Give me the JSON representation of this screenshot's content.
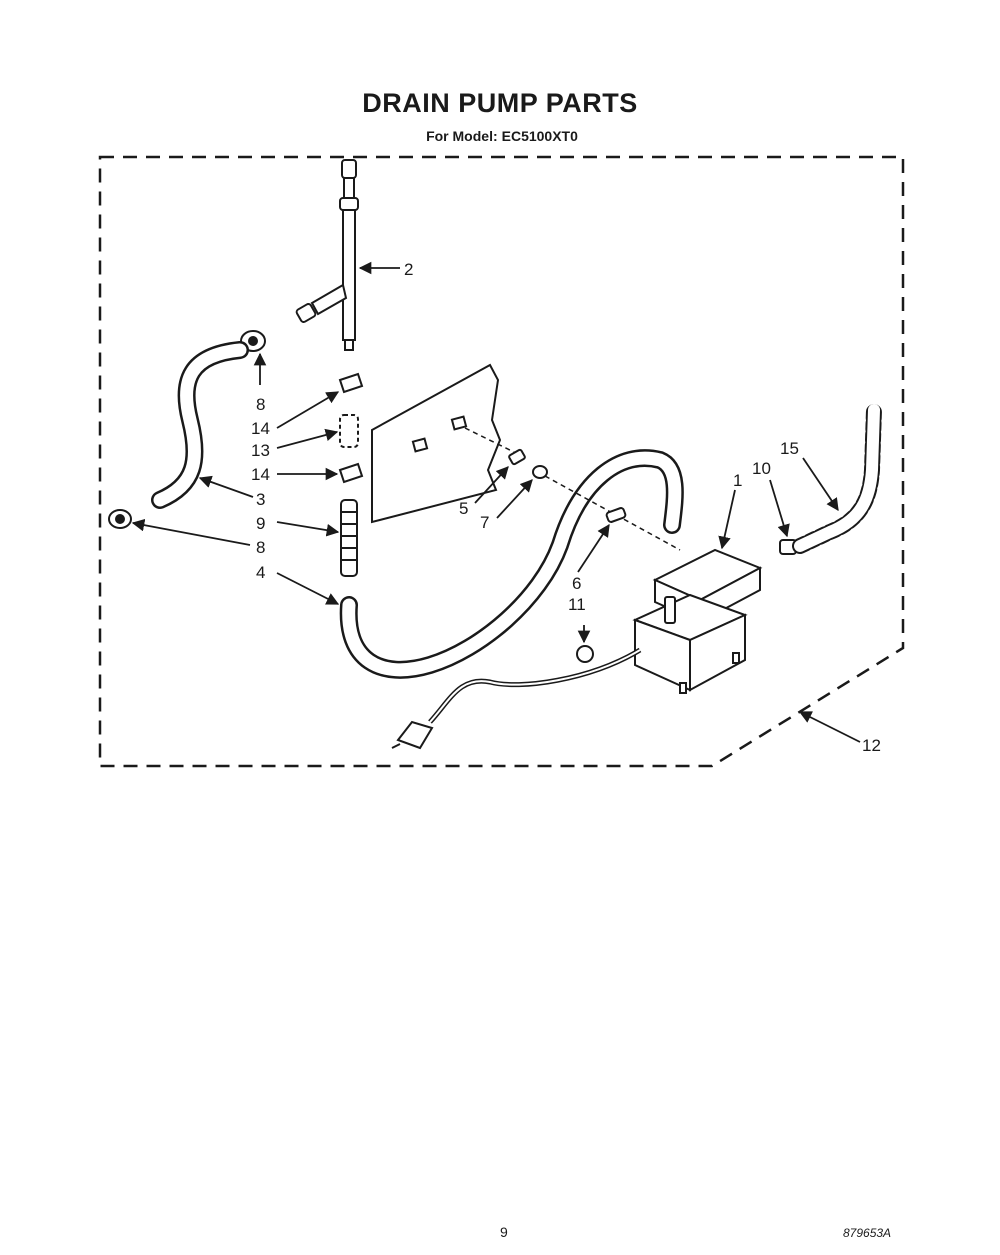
{
  "header": {
    "title": "DRAIN PUMP PARTS",
    "model_prefix": "For Model:",
    "model_number": "EC5100XT0"
  },
  "callouts": {
    "c1": "1",
    "c2": "2",
    "c3": "3",
    "c4": "4",
    "c5": "5",
    "c6": "6",
    "c7": "7",
    "c8a": "8",
    "c8b": "8",
    "c9": "9",
    "c10": "10",
    "c11": "11",
    "c12": "12",
    "c13": "13",
    "c14a": "14",
    "c14b": "14",
    "c15": "15"
  },
  "footer": {
    "page_number": "9",
    "document_code": "879653A"
  }
}
